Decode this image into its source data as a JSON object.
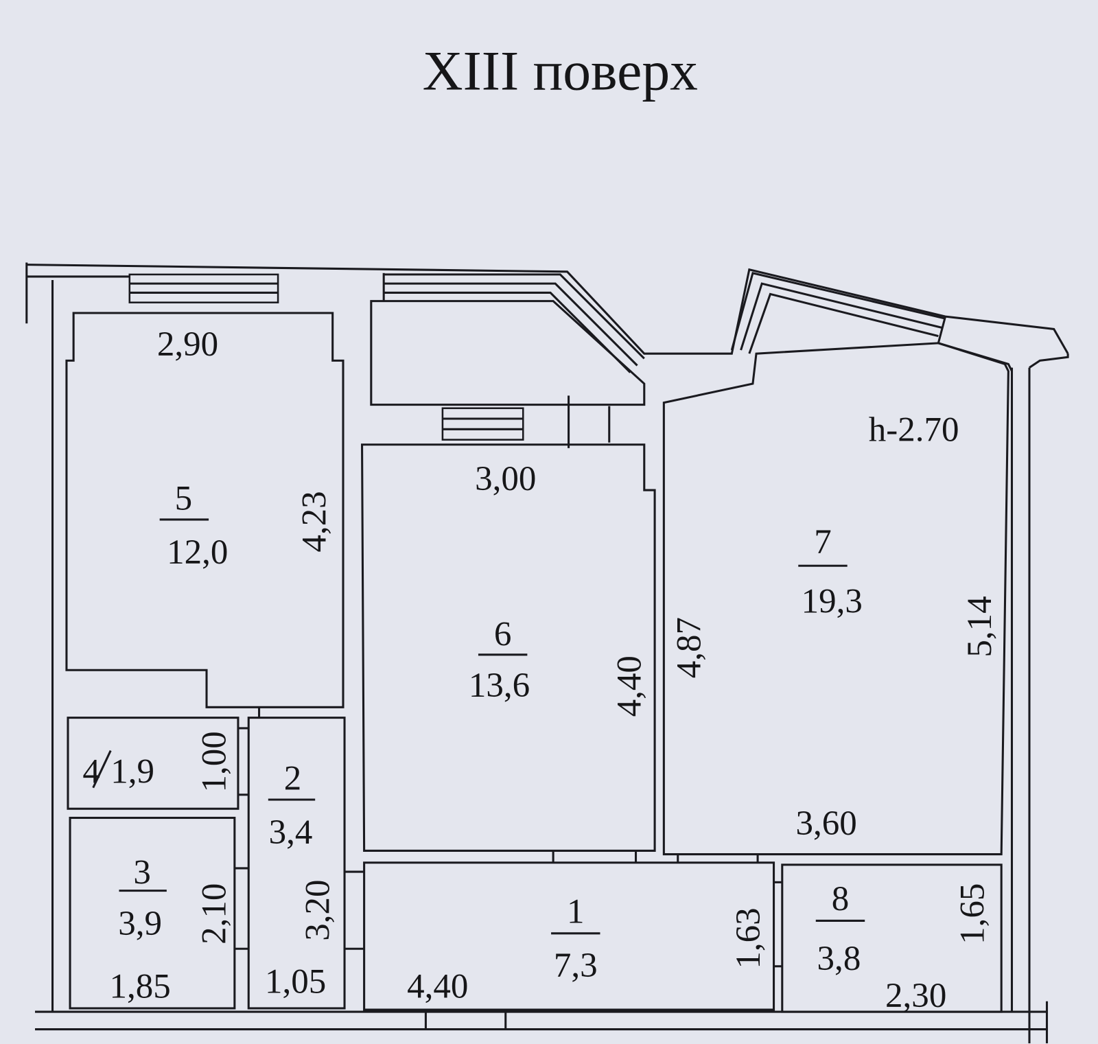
{
  "title": "XIII поверх",
  "ceiling_height": "h-2.70",
  "rooms": [
    {
      "number": "1",
      "area": "7,3"
    },
    {
      "number": "2",
      "area": "3,4"
    },
    {
      "number": "3",
      "area": "3,9"
    },
    {
      "number": "4",
      "area": "1,9"
    },
    {
      "number": "5",
      "area": "12,0"
    },
    {
      "number": "6",
      "area": "13,6"
    },
    {
      "number": "7",
      "area": "19,3"
    },
    {
      "number": "8",
      "area": "3,8"
    }
  ],
  "dimensions": {
    "room5_width": "2,90",
    "room5_length": "4,23",
    "room6_width": "3,00",
    "room6_length": "4,40",
    "room7_left": "4,87",
    "room7_right": "5,14",
    "room7_width": "3,60",
    "room4_length": "1,00",
    "room2_length": "3,20",
    "room3_length": "2,10",
    "room3_width": "1,85",
    "room2_width": "1,05",
    "room1_width": "4,40",
    "room1_length": "1,63",
    "room8_length": "1,65",
    "room8_width": "2,30"
  }
}
